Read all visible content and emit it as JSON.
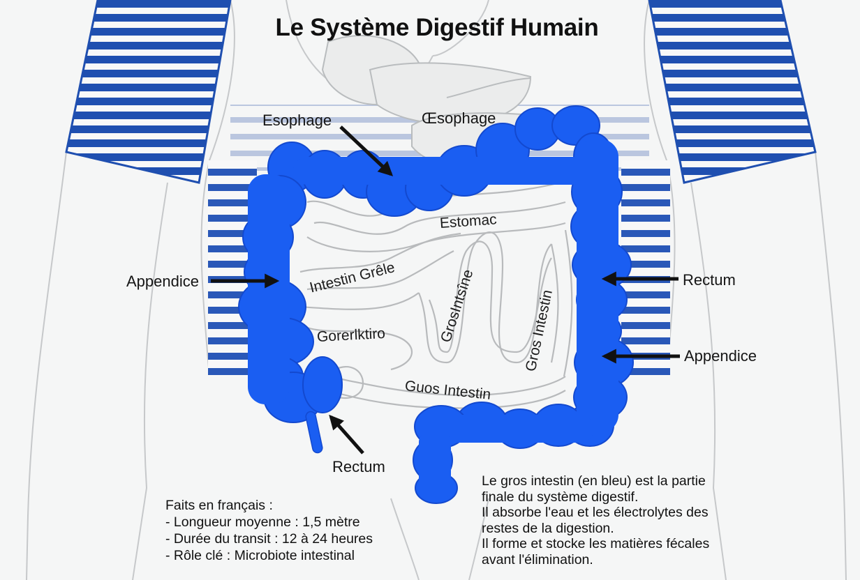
{
  "title": "Le Système Digestif Humain",
  "labels": {
    "esophage_left": "Esophage",
    "oesophage": "Œsophage",
    "estomac": "Estomac",
    "appendice_left": "Appendice",
    "rectum_right": "Rectum",
    "appendice_right": "Appendice",
    "rectum_bottom": "Rectum"
  },
  "organ_labels": {
    "intestin_grele": "Intestin Grêle",
    "gros_intsine": "GrosIntsîne",
    "gros_intestin_vertical": "Gros Intestin",
    "gorerlktiro": "Gorerlktiro",
    "guos_intestin": "Guos Intestin"
  },
  "facts": {
    "heading": "Faits en français :",
    "items": [
      "- Longueur moyenne : 1,5 mètre",
      "- Durée du transit : 12 à 24 heures",
      "- Rôle clé : Microbiote intestinal"
    ]
  },
  "info_lines": [
    "Le gros intestin (en bleu) est la partie",
    "finale du système digestif.",
    "Il absorbe l'eau et les électrolytes des",
    "restes de la digestion.",
    "Il forme et stocke les matières fécales",
    "avant l'élimination."
  ],
  "colors": {
    "colon_blue": "#1a5ef2",
    "stripe_blue": "#1f4fb0",
    "outline_gray": "#b9bcbe",
    "arrow_black": "#111111"
  }
}
